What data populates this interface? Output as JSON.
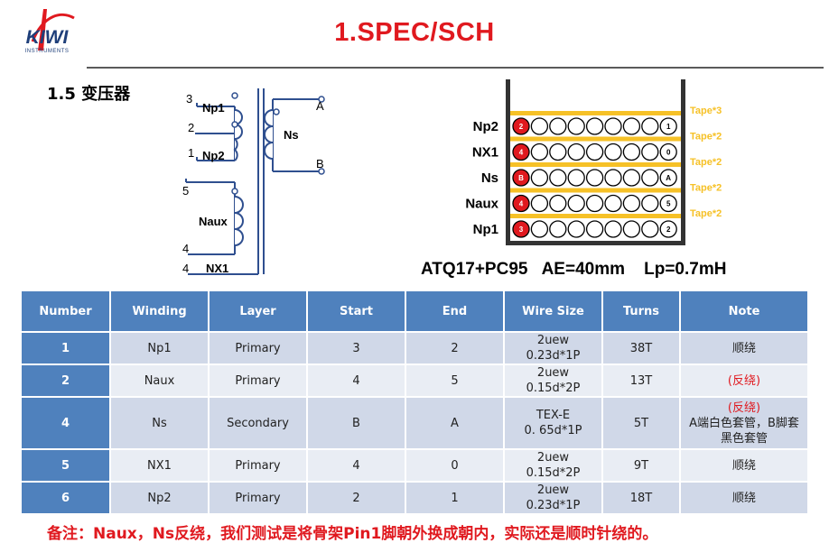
{
  "logo": {
    "brand": "KIWI",
    "sub": "INSTRUMENTS"
  },
  "header": {
    "title": "1.SPEC/SCH"
  },
  "section": {
    "title": "1.5 变压器"
  },
  "schematic": {
    "pins": {
      "p3": "3",
      "p2": "2",
      "p1": "1",
      "p5": "5",
      "p4a": "4",
      "p4b": "4",
      "pA": "A",
      "pB": "B"
    },
    "labels": {
      "np1": "Np1",
      "np2": "Np2",
      "naux": "Naux",
      "nx1": "NX1",
      "ns": "Ns"
    }
  },
  "stackup": {
    "layers": [
      "Np2",
      "NX1",
      "Ns",
      "Naux",
      "Np1"
    ],
    "tapes": [
      "Tape*3",
      "Tape*2",
      "Tape*2",
      "Tape*2",
      "Tape*2"
    ],
    "start_pins": [
      "2",
      "4",
      "B",
      "4",
      "3"
    ],
    "end_pins": [
      "1",
      "0",
      "A",
      "5",
      "2"
    ],
    "colors": {
      "tape": "#f6c127",
      "tape_text": "#f6c127",
      "start": "#e0191f",
      "wall": "#333333"
    }
  },
  "spec": {
    "text": "ATQ17+PC95   AE=40mm    Lp=0.7mH"
  },
  "table": {
    "headers": [
      "Number",
      "Winding",
      "Layer",
      "Start",
      "End",
      "Wire Size",
      "Turns",
      "Note"
    ],
    "rows": [
      {
        "number": "1",
        "winding": "Np1",
        "layer": "Primary",
        "start": "3",
        "end": "2",
        "wire1": "2uew",
        "wire2": "0.23d*1P",
        "turns": "38T",
        "note_red": "",
        "note": "顺绕"
      },
      {
        "number": "2",
        "winding": "Naux",
        "layer": "Primary",
        "start": "4",
        "end": "5",
        "wire1": "2uew",
        "wire2": "0.15d*2P",
        "turns": "13T",
        "note_red": "(反绕)",
        "note": ""
      },
      {
        "number": "4",
        "winding": "Ns",
        "layer": "Secondary",
        "start": "B",
        "end": "A",
        "wire1": "TEX-E",
        "wire2": "0. 65d*1P",
        "turns": "5T",
        "note_red": "(反绕)",
        "note": "A端白色套管，B脚套黑色套管"
      },
      {
        "number": "5",
        "winding": "NX1",
        "layer": "Primary",
        "start": "4",
        "end": "0",
        "wire1": "2uew",
        "wire2": "0.15d*2P",
        "turns": "9T",
        "note_red": "",
        "note": "顺绕"
      },
      {
        "number": "6",
        "winding": "Np2",
        "layer": "Primary",
        "start": "2",
        "end": "1",
        "wire1": "2uew",
        "wire2": "0.23d*1P",
        "turns": "18T",
        "note_red": "",
        "note": "顺绕"
      }
    ]
  },
  "footnote": {
    "text": "备注：Naux，Ns反绕，我们测试是将骨架Pin1脚朝外换成朝内，实际还是顺时针绕的。"
  }
}
